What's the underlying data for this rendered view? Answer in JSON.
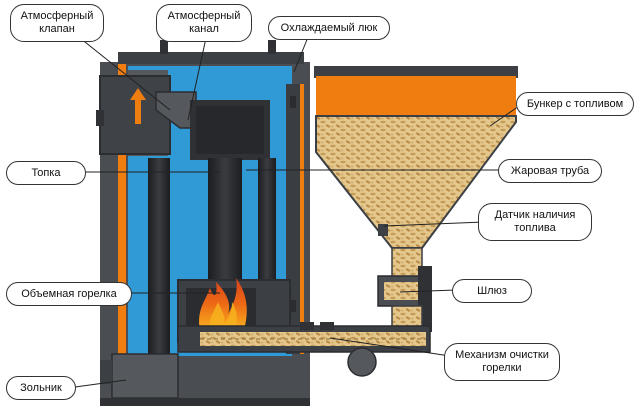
{
  "labels": {
    "atm_valve": "Атмосферный\nклапан",
    "atm_channel": "Атмосферный\nканал",
    "cooled_hatch": "Охлаждаемый люк",
    "bunker": "Бункер с топливом",
    "firebox": "Топка",
    "fire_tube": "Жаровая труба",
    "fuel_sensor": "Датчик наличия\nтоплива",
    "volume_burner": "Объемная горелка",
    "sluice": "Шлюз",
    "cleaning_mechanism": "Механизм очистки\nгорелки",
    "ash_pit": "Зольник"
  },
  "colors": {
    "body_gray": "#4a4d52",
    "dark_gray": "#2f3135",
    "water_blue": "#2f9ad6",
    "orange": "#f07d10",
    "pellet": "#e4c78d",
    "pellet_dot": "#c59a55",
    "leader_line": "#222222",
    "fire_red": "#d8401a",
    "fire_yellow": "#f7b21e"
  }
}
